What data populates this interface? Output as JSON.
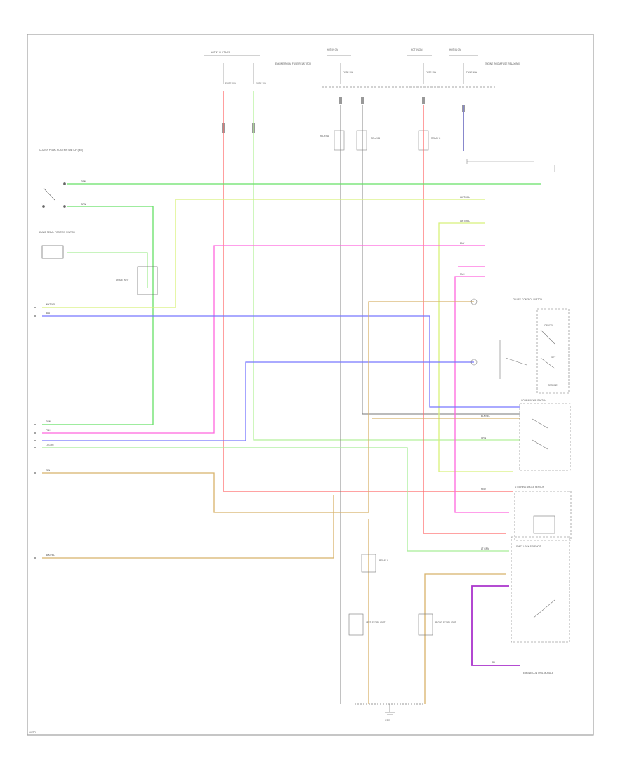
{
  "diagram": {
    "footer_code": "AUTO-1",
    "top_power_labels": {
      "hot_at_all_times": "HOT AT ALL TIMES",
      "hot_in_on_1": "HOT IN ON",
      "hot_in_on_2": "HOT IN ON",
      "hot_in_on_3": "HOT IN ON",
      "fuse_left_1": "FUSE 10A",
      "fuse_left_2": "FUSE 10A",
      "fuse_mid": "FUSE 10A",
      "fuse_right_1": "FUSE 15A",
      "fuse_right_2": "FUSE 10A",
      "relay_box": "ENGINE ROOM FUSE RELAY BOX",
      "relay_box_right": "ENGINE ROOM FUSE RELAY BOX"
    },
    "left_components": {
      "clutch_switch": "CLUTCH PEDAL POSITION SWITCH (M/T)",
      "brake_switch": "BRAKE PEDAL POSITION SWITCH",
      "diode": "DIODE (M/T)"
    },
    "center_components": {
      "relay_a": "RELAY A",
      "relay_b": "RELAY B",
      "relay_c": "RELAY C",
      "left_stop_light": "LEFT STOP LIGHT",
      "right_stop_light": "RIGHT STOP LIGHT",
      "ground": "G301"
    },
    "right_components": {
      "cruise_control_switch": "CRUISE CONTROL SWITCH",
      "cancel": "CANCEL",
      "set": "SET",
      "resume": "RESUME",
      "combination_switch": "COMBINATION SWITCH",
      "steering_angle_sensor": "STEERING ANGLE SENSOR",
      "shift_lock": "SHIFT LOCK SOLENOID",
      "ecm": "ENGINE CONTROL MODULE"
    },
    "wire_colors": {
      "green": "GRN",
      "light_green": "LT GRN",
      "pink": "PNK",
      "blue": "BLU",
      "red": "RED",
      "tan": "TAN",
      "purple": "PPL",
      "wht_yel": "WHT/YEL",
      "blk_yel": "BLK/YEL"
    },
    "colors": {
      "frame": "#a0a0a0",
      "wire_green": "#66e066",
      "wire_light_green": "#b4f09a",
      "wire_yellow_green": "#d8f07a",
      "wire_pink": "#ff66dd",
      "wire_blue": "#7777ff",
      "wire_red": "#ff6b6b",
      "wire_tan": "#d8b26a",
      "wire_purple": "#aa33cc",
      "wire_dark": "#777777",
      "wire_slate": "#8888cc"
    }
  }
}
